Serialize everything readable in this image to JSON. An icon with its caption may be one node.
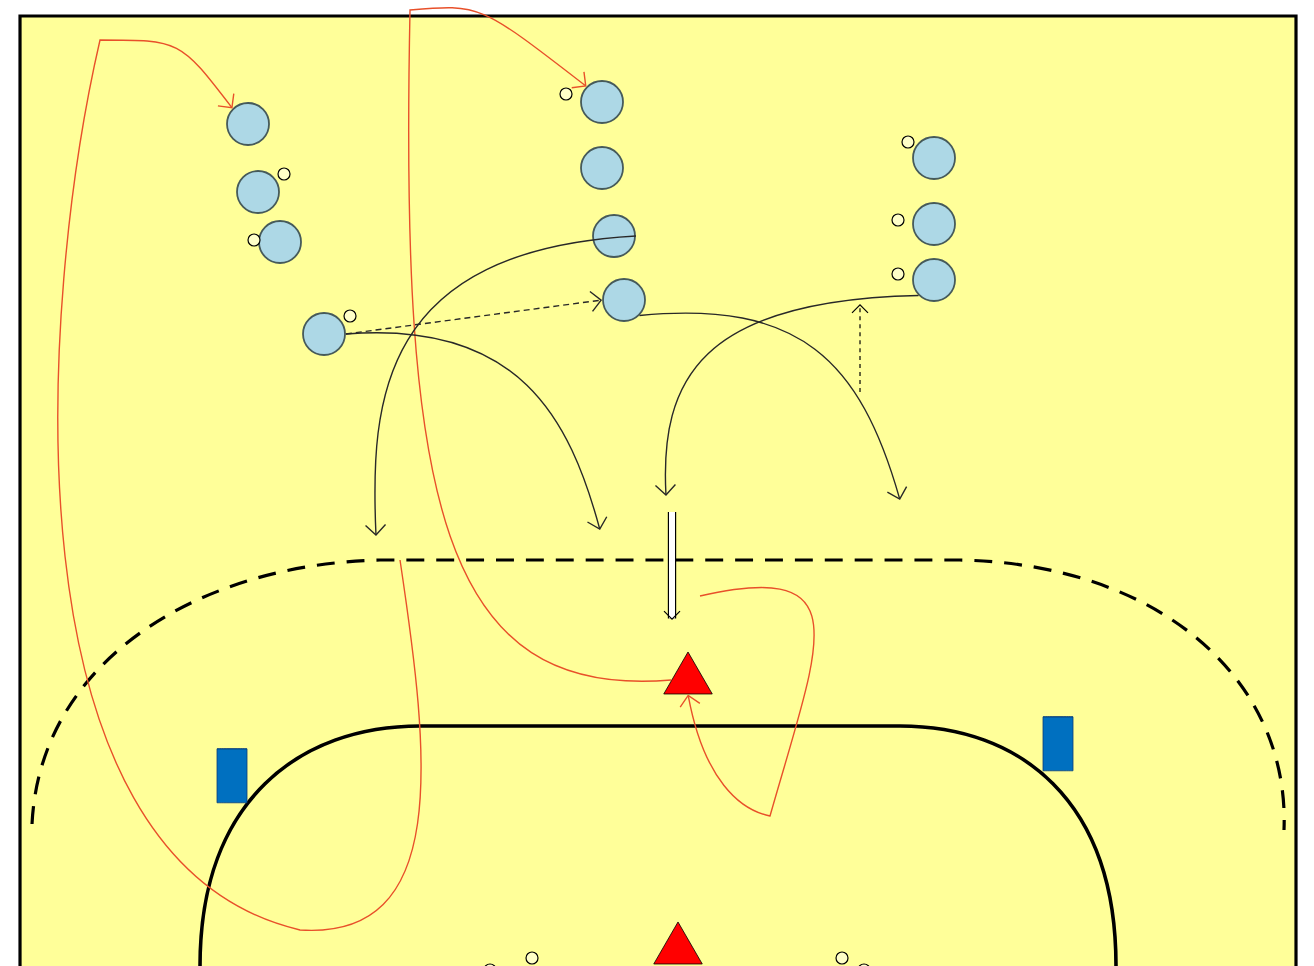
{
  "diagram": {
    "nodes": [
      {
        "text": [],
        "shape": "circle"
      },
      {
        "text": [],
        "shape": "circle"
      },
      {
        "text": [],
        "shape": "circle"
      },
      {
        "text": [],
        "shape": "circle"
      },
      {
        "text": [],
        "shape": "circle"
      },
      {
        "text": [],
        "shape": "circle"
      },
      {
        "text": [],
        "shape": "circle"
      },
      {
        "text": [],
        "shape": "circle"
      },
      {
        "text": [],
        "shape": "circle"
      },
      {
        "text": [],
        "shape": "circle"
      },
      {
        "text": [],
        "shape": "circle"
      },
      {
        "text": [],
        "shape": "cylinder"
      },
      {
        "text": [],
        "shape": "triangle"
      },
      {
        "text": [],
        "shape": "cylinder"
      },
      {
        "text": [],
        "shape": "triangle"
      }
    ],
    "edges": [
      {
        "from": null,
        "to": 0,
        "arrow": "to",
        "color": "#e8502a"
      },
      {
        "from": 12,
        "to": 3,
        "arrow": "to",
        "color": "#e8502a"
      },
      {
        "from": null,
        "to": 12,
        "arrow": "to",
        "color": "#e8502a"
      },
      {
        "from": 7,
        "to": null,
        "arrow": "to"
      },
      {
        "from": 5,
        "to": null,
        "arrow": "to"
      },
      {
        "from": 6,
        "to": null,
        "arrow": "to"
      },
      {
        "from": 10,
        "to": null,
        "arrow": "to"
      },
      {
        "from": 7,
        "to": 6,
        "arrow": "to",
        "style": "dashed"
      }
    ]
  }
}
